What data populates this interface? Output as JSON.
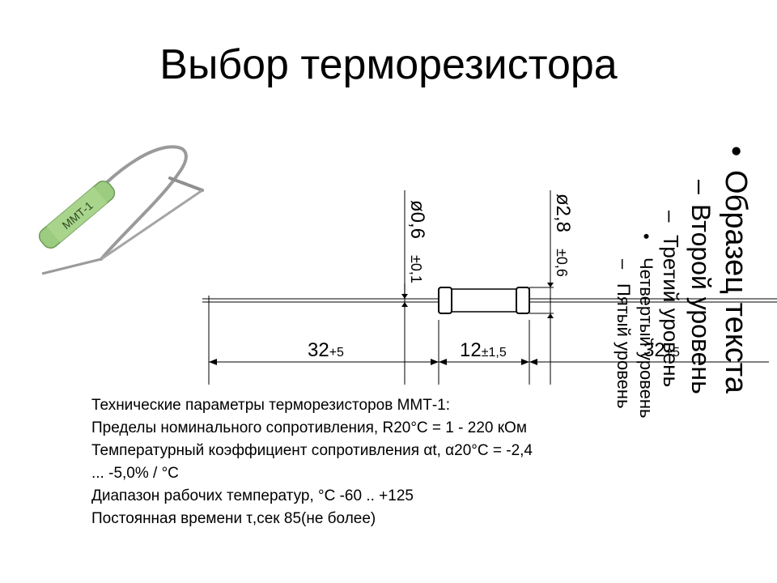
{
  "title": "Выбор терморезистора",
  "photo": {
    "marking": "ММТ-1"
  },
  "drawing": {
    "wire_diameter": "ø0,6",
    "wire_tolerance": "±0,1",
    "body_diameter": "ø2,8",
    "body_tolerance": "±0,6",
    "lead_length_left_value": "32",
    "lead_length_left_tol": "+5",
    "body_length_value": "12",
    "body_length_tol": "±1,5",
    "lead_length_right_value": "32",
    "lead_length_right_tol": "+5"
  },
  "placeholder": {
    "level1": "Образец текста",
    "level2": "Второй уровень",
    "level3": "Третий уровень",
    "level4": "Четвертый уровень",
    "level5": "Пятый уровень",
    "bullet1": "•",
    "bullet2": "–",
    "bullet3": "–",
    "bullet4": "•",
    "bullet5": "–"
  },
  "specs": [
    "Технические параметры терморезисторов ММТ-1:",
    "Пределы номинального сопротивления, R20°C = 1 - 220 кОм",
    "Температурный коэффициент сопротивления αt, α20°C = -2,4",
    "... -5,0% / °C",
    "Диапазон рабочих температур, °C -60 .. +125",
    "Постоянная времени τ,сек 85(не более)"
  ]
}
